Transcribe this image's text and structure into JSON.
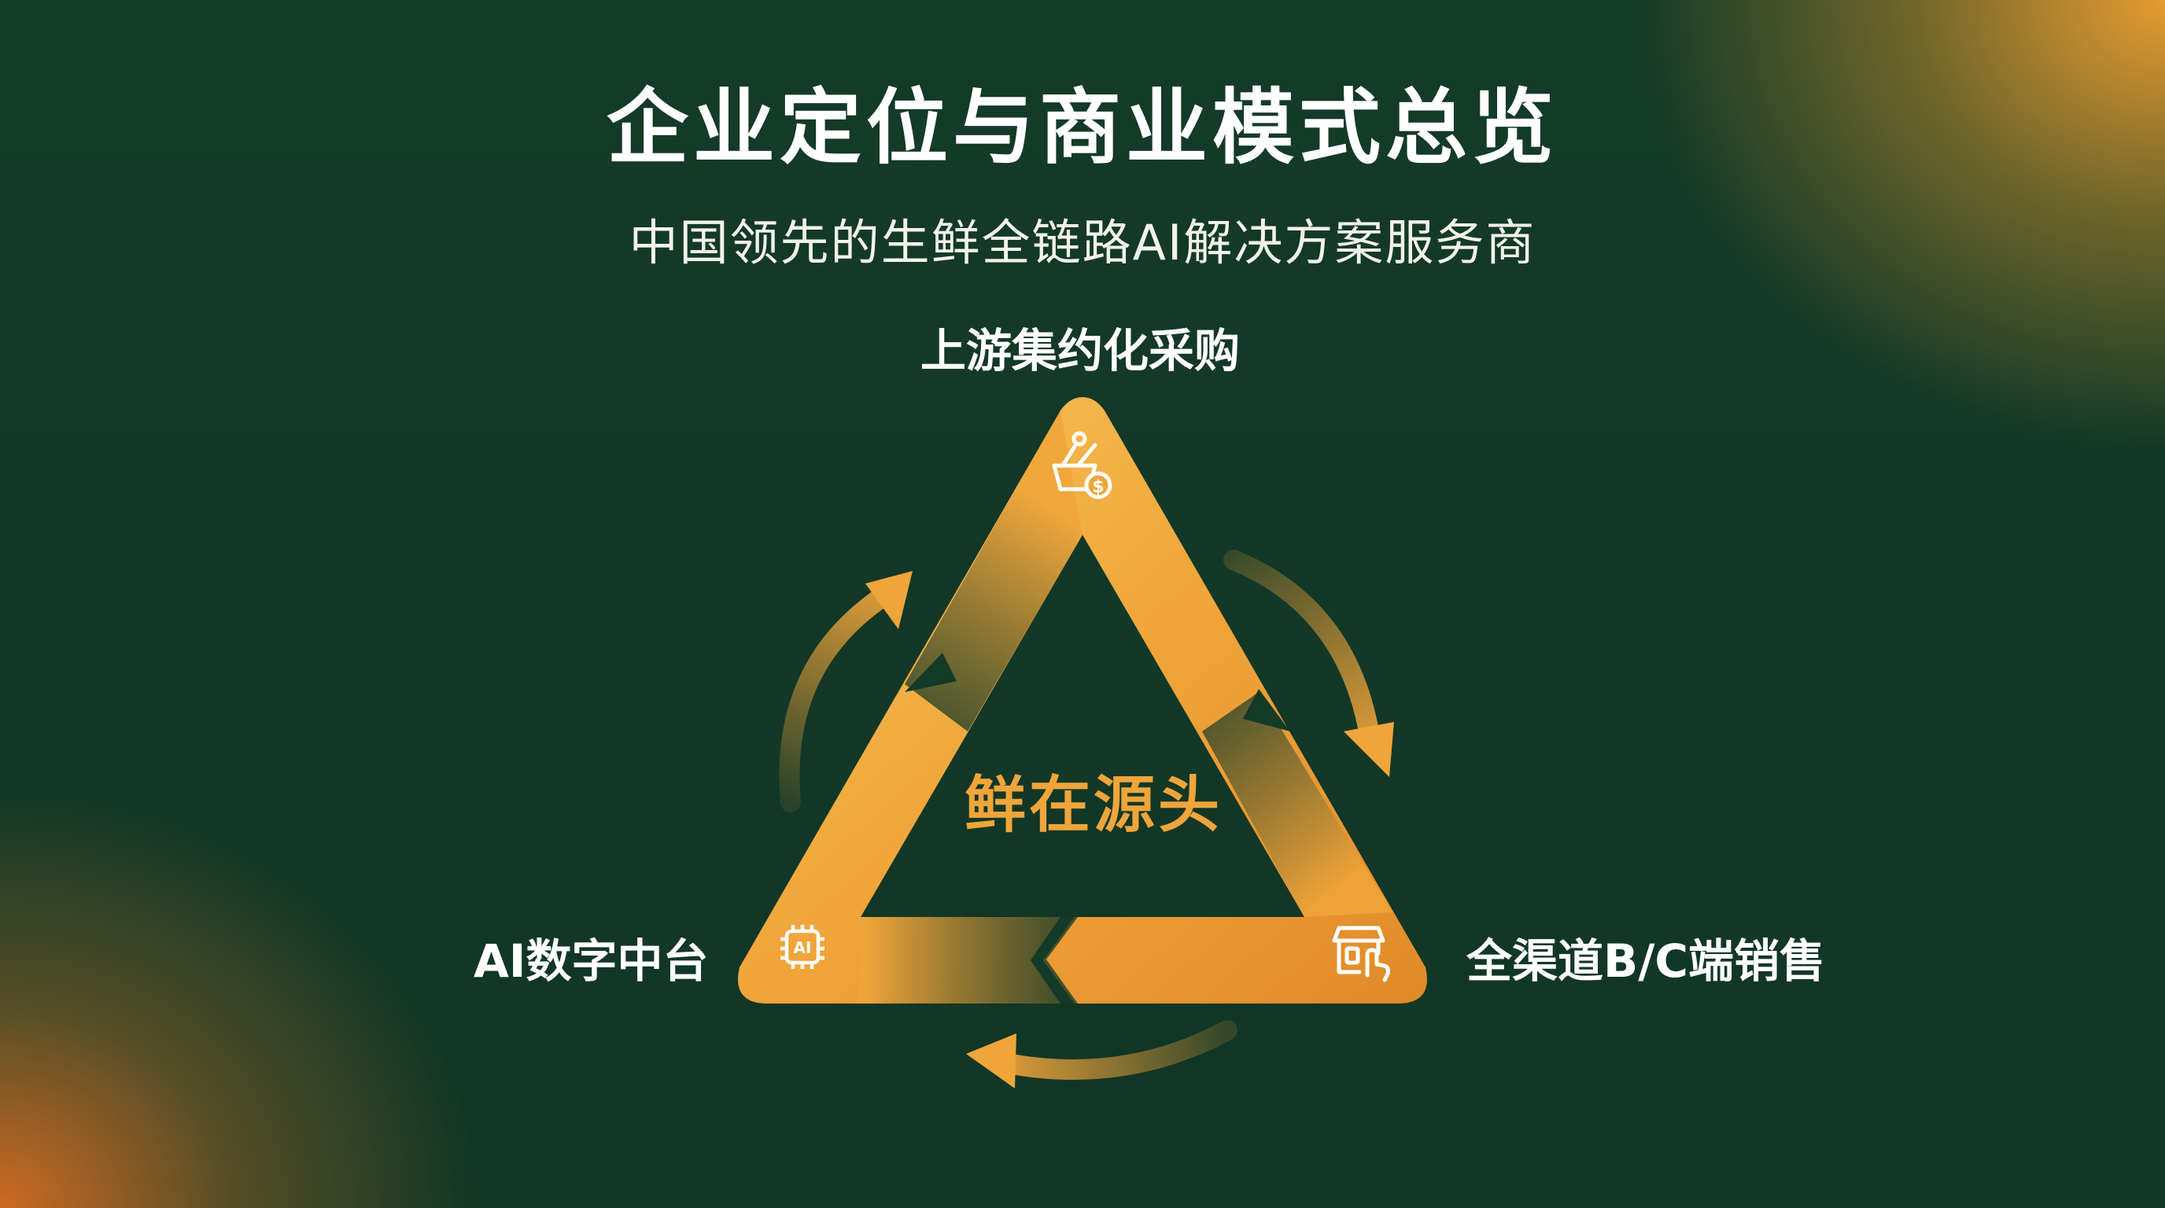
{
  "title": "企业定位与商业模式总览",
  "subtitle": "中国领先的生鲜全链路AI解决方案服务商",
  "center": "鲜在源头",
  "nodes": {
    "top": {
      "label": "上游集约化采购",
      "icon": "shopping-basket-dollar-icon"
    },
    "left": {
      "label": "AI数字中台",
      "icon": "ai-chip-icon",
      "icon_text": "AI"
    },
    "right": {
      "label": "全渠道B/C端销售",
      "icon": "storefront-hand-icon"
    }
  },
  "colors": {
    "background": "#143a28",
    "accent": "#f0a53a",
    "gold": "#f2c45a",
    "glow": "#e8922e",
    "text": "#ffffff"
  }
}
